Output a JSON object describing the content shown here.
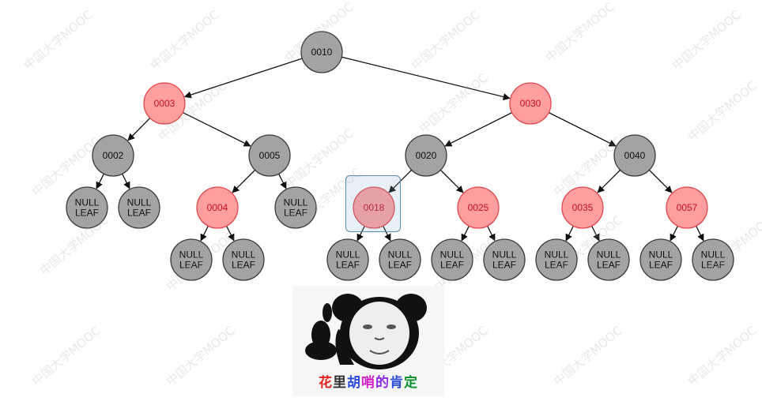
{
  "tree": {
    "nodes": [
      {
        "id": "n10",
        "label": "0010",
        "color": "black"
      },
      {
        "id": "n03",
        "label": "0003",
        "color": "red"
      },
      {
        "id": "n30",
        "label": "0030",
        "color": "red"
      },
      {
        "id": "n02",
        "label": "0002",
        "color": "black"
      },
      {
        "id": "n05",
        "label": "0005",
        "color": "black"
      },
      {
        "id": "n20",
        "label": "0020",
        "color": "black"
      },
      {
        "id": "n40",
        "label": "0040",
        "color": "black"
      },
      {
        "id": "l1",
        "label": "NULL\nLEAF",
        "color": "black"
      },
      {
        "id": "l2",
        "label": "NULL\nLEAF",
        "color": "black"
      },
      {
        "id": "n04",
        "label": "0004",
        "color": "red"
      },
      {
        "id": "l3",
        "label": "NULL\nLEAF",
        "color": "black"
      },
      {
        "id": "n18",
        "label": "0018",
        "color": "red"
      },
      {
        "id": "n25",
        "label": "0025",
        "color": "red"
      },
      {
        "id": "n35",
        "label": "0035",
        "color": "red"
      },
      {
        "id": "n57",
        "label": "0057",
        "color": "red"
      },
      {
        "id": "l4",
        "label": "NULL\nLEAF",
        "color": "black"
      },
      {
        "id": "l5",
        "label": "NULL\nLEAF",
        "color": "black"
      },
      {
        "id": "l6",
        "label": "NULL\nLEAF",
        "color": "black"
      },
      {
        "id": "l7",
        "label": "NULL\nLEAF",
        "color": "black"
      },
      {
        "id": "l8",
        "label": "NULL\nLEAF",
        "color": "black"
      },
      {
        "id": "l9",
        "label": "NULL\nLEAF",
        "color": "black"
      },
      {
        "id": "l10",
        "label": "NULL\nLEAF",
        "color": "black"
      },
      {
        "id": "l11",
        "label": "NULL\nLEAF",
        "color": "black"
      },
      {
        "id": "l12",
        "label": "NULL\nLEAF",
        "color": "black"
      },
      {
        "id": "l13",
        "label": "NULL\nLEAF",
        "color": "black"
      }
    ],
    "edges": [
      [
        "n10",
        "n03"
      ],
      [
        "n10",
        "n30"
      ],
      [
        "n03",
        "n02"
      ],
      [
        "n03",
        "n05"
      ],
      [
        "n30",
        "n20"
      ],
      [
        "n30",
        "n40"
      ],
      [
        "n02",
        "l1"
      ],
      [
        "n02",
        "l2"
      ],
      [
        "n05",
        "n04"
      ],
      [
        "n05",
        "l3"
      ],
      [
        "n20",
        "n18"
      ],
      [
        "n20",
        "n25"
      ],
      [
        "n40",
        "n35"
      ],
      [
        "n40",
        "n57"
      ],
      [
        "n04",
        "l4"
      ],
      [
        "n04",
        "l5"
      ],
      [
        "n18",
        "l6"
      ],
      [
        "n18",
        "l7"
      ],
      [
        "n25",
        "l8"
      ],
      [
        "n25",
        "l9"
      ],
      [
        "n35",
        "l10"
      ],
      [
        "n35",
        "l11"
      ],
      [
        "n57",
        "l12"
      ],
      [
        "n57",
        "l13"
      ]
    ],
    "highlighted_node": "n18"
  },
  "colors": {
    "black_fill": "#a3a3a3",
    "black_stroke": "#3a3a3a",
    "red_fill": "#ff9e9e",
    "red_stroke": "#e0474c",
    "red_text": "#c1121f",
    "black_text": "#111111"
  },
  "watermark": "中国大学MOOC",
  "meme": {
    "caption_chars": [
      "花",
      "里",
      "胡",
      "哨",
      "的",
      "肯",
      "定"
    ],
    "caption_colors": [
      "#e0201b",
      "#333333",
      "#2a4bd7",
      "#d61fc6",
      "#8a2be2",
      "#2a4bd7",
      "#0b8f2e"
    ],
    "icon": "panda-thumbs-up-icon"
  }
}
